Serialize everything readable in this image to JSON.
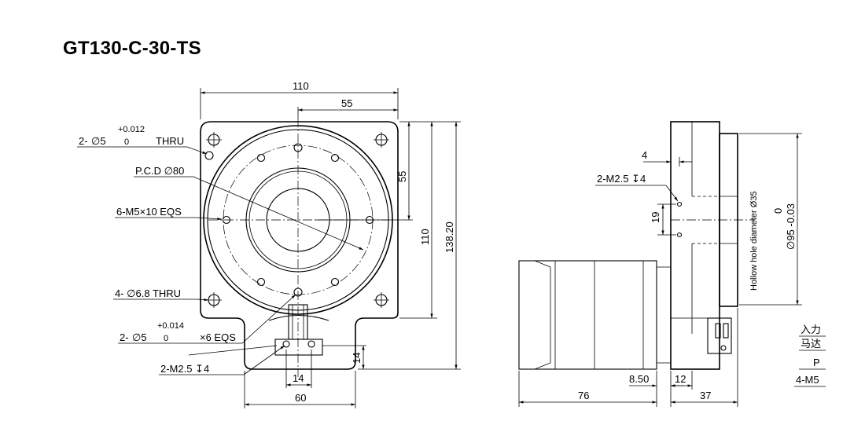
{
  "title": "GT130-C-30-TS",
  "front_view": {
    "dim_width": "110",
    "dim_half_width": "55",
    "dim_upper_half": "55",
    "dim_height_square": "110",
    "dim_total_height": "138.20",
    "dim_14_vertical": "14",
    "dim_14_horizontal": "14",
    "dim_60": "60",
    "label_pin_top": {
      "qty": "2-",
      "dia": "∅5",
      "tol_upper": "+0.012",
      "tol_lower": "0",
      "suffix": "THRU"
    },
    "label_pcd": "P.C.D ∅80",
    "label_threads": "6-M5×10 EQS",
    "label_corner_holes": "4- ∅6.8 THRU",
    "label_pin_bottom": {
      "qty": "2-",
      "dia": "∅5",
      "tol_upper": "+0.014",
      "tol_lower": "0",
      "suffix": "×6 EQS"
    },
    "label_m25_front": "2-M2.5 ↧4"
  },
  "side_view": {
    "dim_4": "4",
    "label_m25_side": "2-M2.5 ↧4",
    "dim_19": "19",
    "label_hollow": "Hollow hole diameter Ø35",
    "tol_flange_upper": "0",
    "label_flange": "∅95 -0.03",
    "dim_76": "76",
    "dim_850": "8.50",
    "dim_12": "12",
    "dim_37": "37",
    "clipped_labels": [
      "入力",
      "马达",
      "P",
      "4-M5"
    ]
  }
}
